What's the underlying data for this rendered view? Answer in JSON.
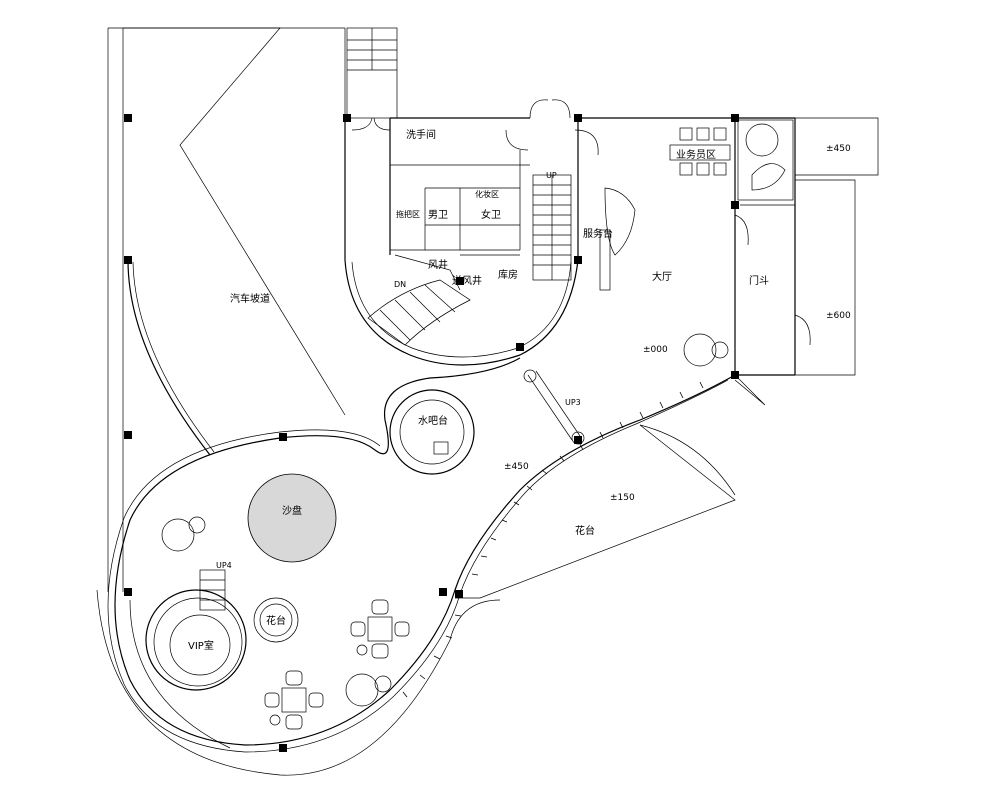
{
  "labels": {
    "ramp": "汽车坡道",
    "washroom": "洗手间",
    "makeup": "化妆区",
    "mop": "拖把区",
    "mens": "男卫",
    "womens": "女卫",
    "airshaft": "风井",
    "exhaust_shaft": "送风井",
    "storage": "库房",
    "service_desk": "服务台",
    "staff_area": "业务员区",
    "lobby": "大厅",
    "vestibule": "门斗",
    "water_bar": "水吧台",
    "sand_table": "沙盘",
    "vip": "VIP室",
    "planter_round": "花台",
    "planter": "花台",
    "up": "UP",
    "down": "DN",
    "up3": "UP3",
    "up4": "UP4",
    "elev_450_top": "±450",
    "elev_600": "±600",
    "elev_000": "±000",
    "elev_450_mid": "±450",
    "elev_150": "±150"
  }
}
